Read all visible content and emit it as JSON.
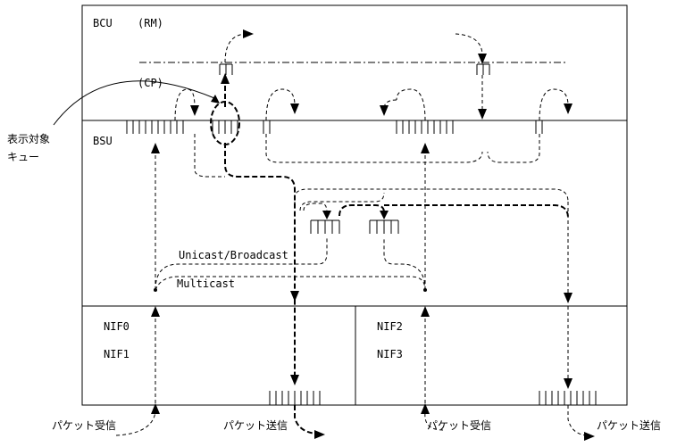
{
  "labels": {
    "bcu": "BCU",
    "rm": "(RM)",
    "cp": "(CP)",
    "bsu": "BSU",
    "display_target_line1": "表示対象",
    "display_target_line2": "キュー",
    "unicast_broadcast": "Unicast/Broadcast",
    "multicast": "Multicast",
    "nif0": "NIF0",
    "nif1": "NIF1",
    "nif2": "NIF2",
    "nif3": "NIF3",
    "packet_receive_left": "パケット受信",
    "packet_send_left": "パケット送信",
    "packet_receive_right": "パケット受信",
    "packet_send_right": "パケット送信"
  }
}
